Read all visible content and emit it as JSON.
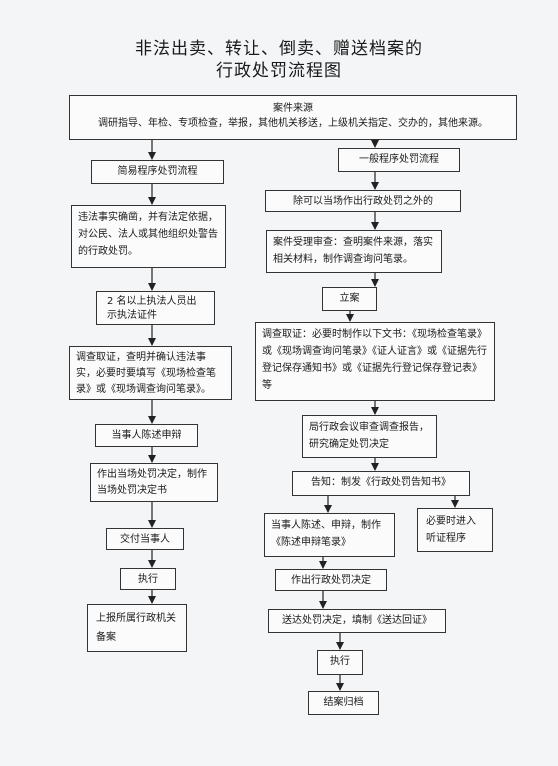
{
  "title": {
    "line1": "非法出卖、转让、倒卖、赠送档案的",
    "line2": "行政处罚流程图"
  },
  "nodes": {
    "source_title": "案件来源",
    "source_text": "调研指导、年检、专项检查，举报，其他机关移送，上级机关指定、交办的，其他来源。",
    "simple": "简易程序处罚流程",
    "simple_condition": "违法事实确凿，并有法定依据，对公民、法人或其他组织处警告的行政处罚。",
    "show_cert": "2 名以上执法人员出示执法证件",
    "simple_investigate": "调查取证，查明并确认违法事实，必要时要填写《现场检查笔录》或《现场调查询问笔录》。",
    "party_defense": "当事人陈述申辩",
    "on_site_decision": "作出当场处罚决定，制作当场处罚决定书",
    "deliver_party": "交付当事人",
    "execute_left": "执行",
    "report": "上报所属行政机关备案",
    "general": "一般程序处罚流程",
    "except": "除可以当场作出行政处罚之外的",
    "accept_review": "案件受理审查：查明案件来源，落实相关材料，制作调查询问笔录。",
    "file_case": "立案",
    "general_investigate": "调查取证：必要时制作以下文书：《现场检查笔录》或《现场调查询问笔录》《证人证言》或《证据先行登记保存通知书》或《证据先行登记保存登记表》等",
    "meeting": "局行政会议审查调查报告，研究确定处罚决定",
    "notice": "告知：制发《行政处罚告知书》",
    "statement": "当事人陈述、申辩，制作《陈述申辩笔录》",
    "hearing": "必要时进入听证程序",
    "make_decision": "作出行政处罚决定",
    "serve": "送达处罚决定，填制《送达回证》",
    "execute_right": "执行",
    "archive": "结案归档"
  }
}
